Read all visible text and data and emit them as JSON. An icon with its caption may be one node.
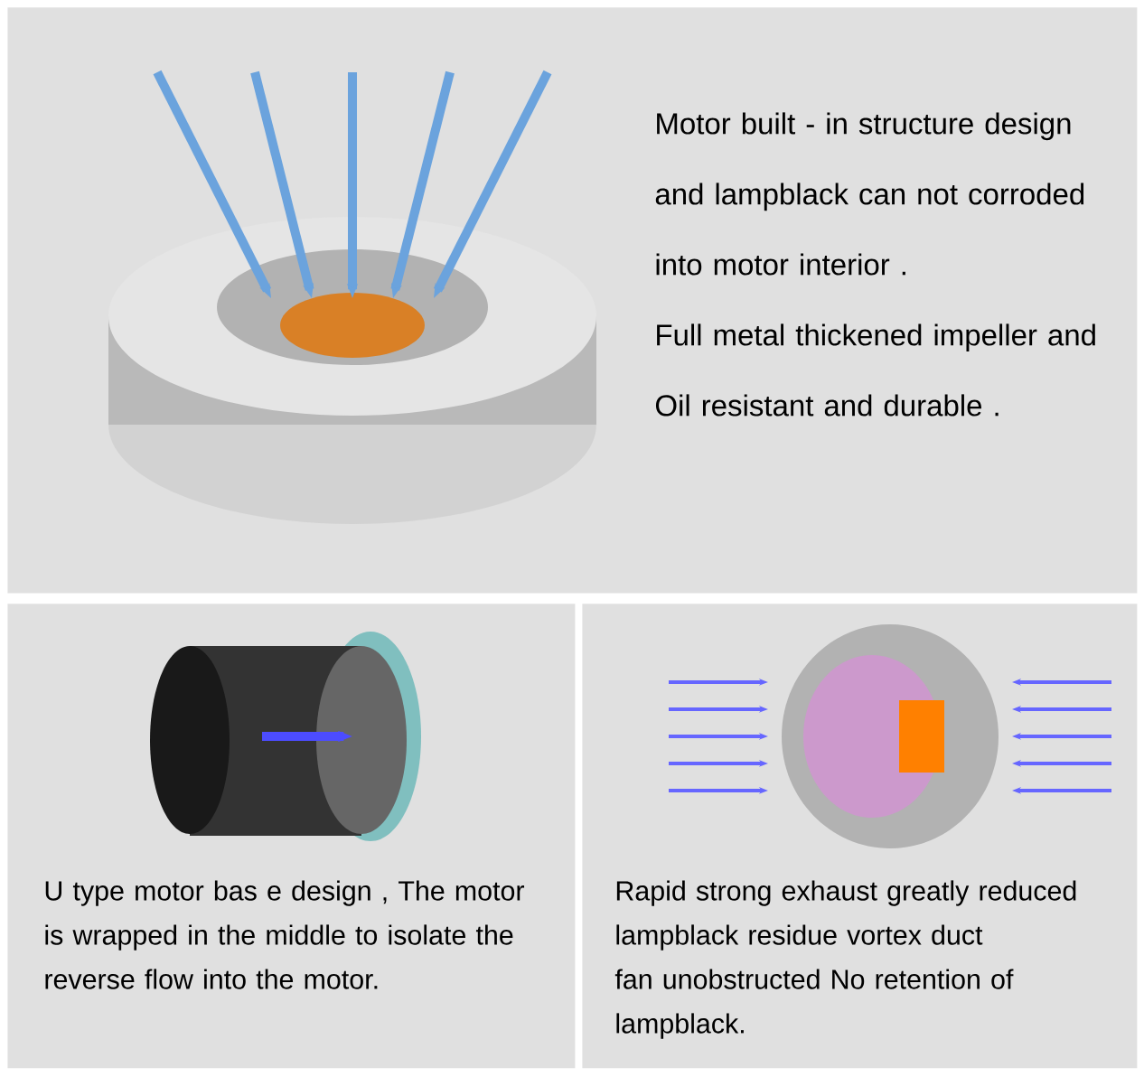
{
  "diagram": {
    "nodes": [
      {
        "text": [
          "Motor built - in structure design and lampblack can not corroded into motor interior .",
          "Full metal thickened impeller and Oil resistant and durable ."
        ]
      },
      {
        "text": [],
        "shape": "picture",
        "in": 0
      },
      {
        "text": [
          "U type motor bas e design , The motor is wrapped in the middle to isolate the reverse flow into the motor."
        ]
      },
      {
        "text": [],
        "shape": "picture",
        "in": 2
      },
      {
        "text": [
          "Rapid strong exhaust greatly reduced lampblack residue vortex duct fan unobstructed No retention of lampblack."
        ]
      },
      {
        "text": [],
        "shape": "picture",
        "in": 4
      }
    ]
  }
}
